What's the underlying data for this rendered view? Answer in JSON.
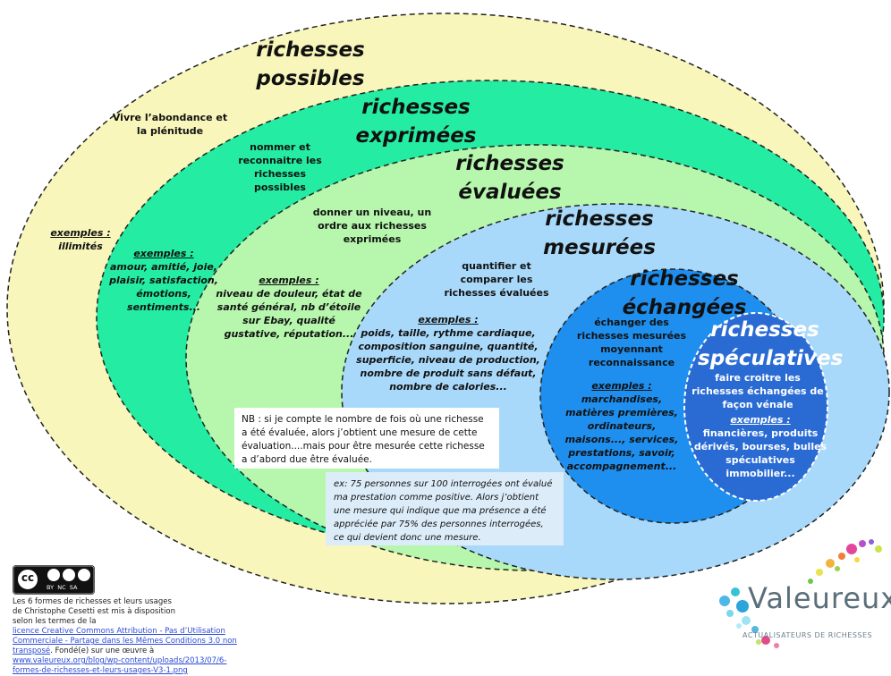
{
  "levels": [
    {
      "title": [
        "richesses",
        "possibles"
      ],
      "description": "Vivre l’abondance et la plénitude",
      "examples_label": "exemples :",
      "examples": "illimités",
      "fill": "#f8f6ba"
    },
    {
      "title": [
        "richesses",
        "exprimées"
      ],
      "description": "nommer et reconnaitre les richesses possibles",
      "examples_label": "exemples :",
      "examples": "amour, amitié, joie, plaisir, satisfaction, émotions, sentiments...",
      "fill": "#24eca2"
    },
    {
      "title": [
        "richesses",
        "évaluées"
      ],
      "description": "donner un niveau, un ordre aux richesses exprimées",
      "examples_label": "exemples :",
      "examples": "niveau de douleur, état de santé général, nb d’étoile sur Ebay, qualité gustative,  réputation...",
      "fill": "#b6f7ad"
    },
    {
      "title": [
        "richesses",
        "mesurées"
      ],
      "description": "quantifier et comparer les richesses évaluées",
      "examples_label": "exemples :",
      "examples": "poids, taille, rythme cardiaque, composition sanguine, quantité, superficie, niveau de production, nombre de produit sans défaut, nombre de calories...",
      "fill": "#a9d9fa"
    },
    {
      "title": [
        "richesses",
        "échangées"
      ],
      "description": "échanger des richesses mesurées moyennant reconnaissance",
      "examples_label": "exemples :",
      "examples": "marchandises, matières premières, ordinateurs, maisons..., services, prestations, savoir, accompagnement...",
      "fill": "#1e8fee"
    },
    {
      "title": [
        "richesses",
        "spéculatives"
      ],
      "description": "faire croitre les richesses échangées de façon vénale",
      "examples_label": "exemples :",
      "examples": "financières, produits dérivés, bourses, bulles spéculatives immobilier...",
      "fill": "#2a6bd3"
    }
  ],
  "notes": {
    "nb": "NB : si je compte le nombre de fois où une richesse a été évaluée, alors j’obtient une mesure de cette évaluation....mais pour être mesurée cette richesse a d’abord due être évaluée.",
    "ex": "ex: 75 personnes sur 100 interrogées ont évalué ma prestation comme positive. Alors j’obtient une mesure qui indique que ma présence a été appréciée par 75% des personnes interrogées, ce qui devient donc une mesure."
  },
  "license": {
    "cc_badge": "BY  NC  SA",
    "line1": "Les 6 formes de richesses et leurs usages",
    "line2": "de Christophe Cesetti est mis à disposition",
    "line3": "selon les termes de la",
    "link": "licence Creative Commons Attribution - Pas d’Utilisation Commerciale - Partage dans les Mêmes Conditions 3.0 non transposé",
    "after_link": ". Fondé(e) sur une œuvre à",
    "url": "www.valeureux.org/blog/wp-content/uploads/2013/07/6-formes-de-richesses-et-leurs-usages-V3-1.png"
  },
  "logo": {
    "name": "Valeureux",
    "tagline": "ACTUALISATEURS DE RICHESSES"
  }
}
